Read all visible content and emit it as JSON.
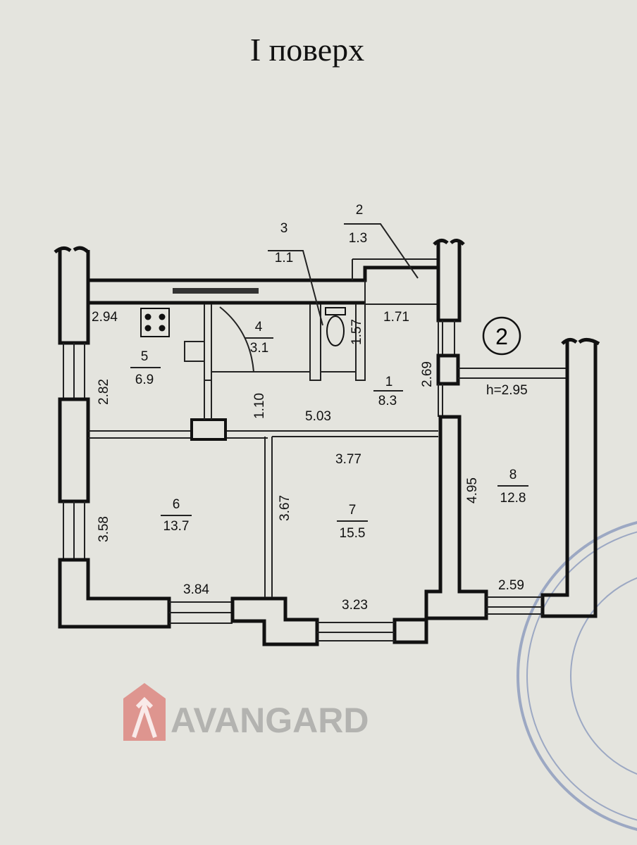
{
  "title": "I поверх",
  "apartment_number": "2",
  "ceiling_height": "h=2.95",
  "watermark": "AVANGARD",
  "rooms": [
    {
      "number": "1",
      "area": "8.3"
    },
    {
      "number": "2",
      "area": "1.3"
    },
    {
      "number": "3",
      "area": "1.1"
    },
    {
      "number": "4",
      "area": "3.1"
    },
    {
      "number": "5",
      "area": "6.9"
    },
    {
      "number": "6",
      "area": "13.7"
    },
    {
      "number": "7",
      "area": "15.5"
    },
    {
      "number": "8",
      "area": "12.8"
    }
  ],
  "dimensions": {
    "kitchen_width": "2.94",
    "kitchen_length": "2.82",
    "hall_1_71": "1.71",
    "hall_1_57": "1.57",
    "hall_1_10": "1.10",
    "hall_length": "5.03",
    "hall_2_69": "2.69",
    "room7_width_top": "3.77",
    "room6_length": "3.58",
    "room7_length": "3.67",
    "room8_length": "4.95",
    "room6_width": "3.84",
    "room7_width": "3.23",
    "room8_width": "2.59"
  },
  "colors": {
    "paper": "#e4e4de",
    "ink": "#111111",
    "logo": "#d9534f",
    "stamp": "#7d8fb8"
  }
}
